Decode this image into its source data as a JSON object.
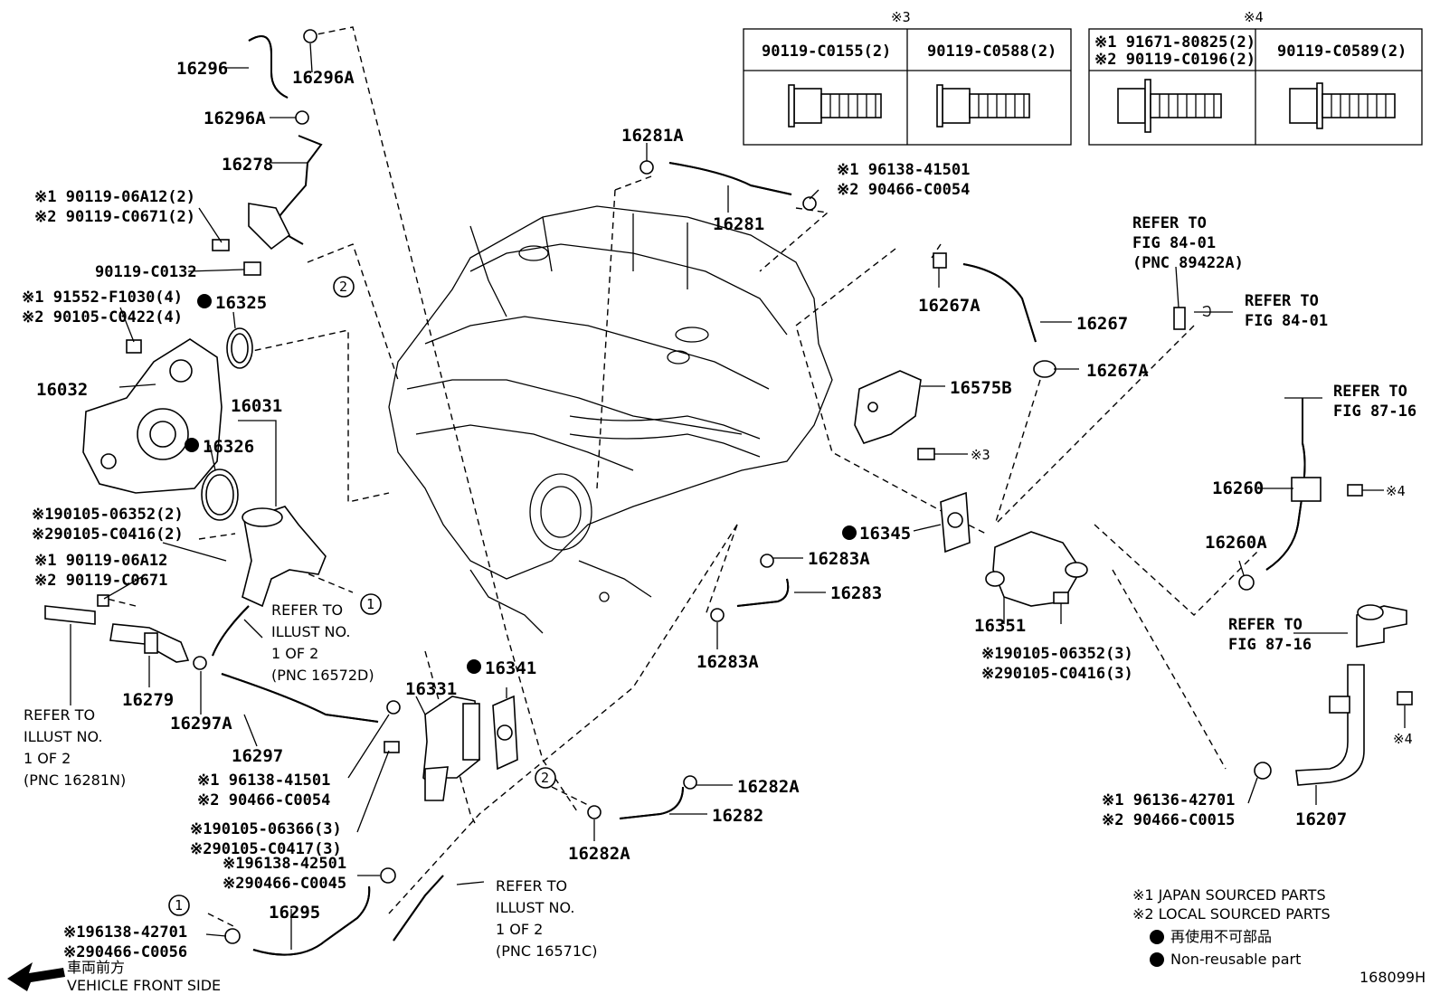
{
  "table3": {
    "mark": "※3",
    "cols": [
      "90119-C0155(2)",
      "90119-C0588(2)"
    ]
  },
  "table4": {
    "mark": "※4",
    "col1_line1": "※1 91671-80825(2)",
    "col1_line2": "※2 90119-C0196(2)",
    "col2": "90119-C0589(2)"
  },
  "labels": {
    "p16296": "16296",
    "p16296A_1": "16296A",
    "p16296A_2": "16296A",
    "p16278": "16278",
    "b1_l1": "※1 90119-06A12(2)",
    "b1_l2": "※2 90119-C0671(2)",
    "b2": "90119-C0132",
    "b3_l1": "※1 91552-F1030(4)",
    "b3_l2": "※2 90105-C0422(4)",
    "p16325": "16325",
    "p16032": "16032",
    "p16031": "16031",
    "p16326": "16326",
    "b4_l1": "※190105-06352(2)",
    "b4_l2": "※290105-C0416(2)",
    "b5_l1": "※1 90119-06A12",
    "b5_l2": "※2 90119-C0671",
    "ref1": [
      "REFER TO",
      "ILLUST NO.",
      "1 OF 2",
      "(PNC 16572D)"
    ],
    "p16279": "16279",
    "p16297A": "16297A",
    "p16297": "16297",
    "ref2": [
      "REFER TO",
      "ILLUST NO.",
      "1 OF 2",
      "(PNC 16281N)"
    ],
    "p16331": "16331",
    "p16341": "16341",
    "c1_l1": "※1 96138-41501",
    "c1_l2": "※2 90466-C0054",
    "b6_l1": "※190105-06366(3)",
    "b6_l2": "※290105-C0417(3)",
    "c2_l1": "※196138-42501",
    "c2_l2": "※290466-C0045",
    "p16295": "16295",
    "c3_l1": "※196138-42701",
    "c3_l2": "※290466-C0056",
    "ref3": [
      "REFER TO",
      "ILLUST NO.",
      "1 OF 2",
      "(PNC 16571C)"
    ],
    "front_jp": "車両前方",
    "front_en": "VEHICLE FRONT SIDE",
    "p16281A": "16281A",
    "p16281": "16281",
    "c4_l1": "※1 96138-41501",
    "c4_l2": "※2 90466-C0054",
    "p16267A_1": "16267A",
    "p16267": "16267",
    "p16267A_2": "16267A",
    "p16575B": "16575B",
    "x3": "※3",
    "p16345": "16345",
    "p16283A_1": "16283A",
    "p16283": "16283",
    "p16283A_2": "16283A",
    "p16351": "16351",
    "b7_l1": "※190105-06352(3)",
    "b7_l2": "※290105-C0416(3)",
    "p16282A_1": "16282A",
    "p16282": "16282",
    "p16282A_2": "16282A",
    "ref4": [
      "REFER TO",
      "FIG 84-01",
      "(PNC 89422A)"
    ],
    "ref5": [
      "REFER TO",
      "FIG 84-01"
    ],
    "ref6": [
      "REFER TO",
      "FIG 87-16"
    ],
    "p16260": "16260",
    "x4_1": "※4",
    "p16260A": "16260A",
    "ref7": [
      "REFER TO",
      "FIG 87-16"
    ],
    "x4_2": "※4",
    "c5_l1": "※1 96136-42701",
    "c5_l2": "※2 90466-C0015",
    "p16207": "16207",
    "circle1": "1",
    "circle2": "2"
  },
  "legend": {
    "l1": "※1  JAPAN SOURCED PARTS",
    "l2": "※2  LOCAL SOURCED PARTS",
    "l3": "再使用不可部品",
    "l4": "Non-reusable part"
  },
  "figure_id": "168099H"
}
